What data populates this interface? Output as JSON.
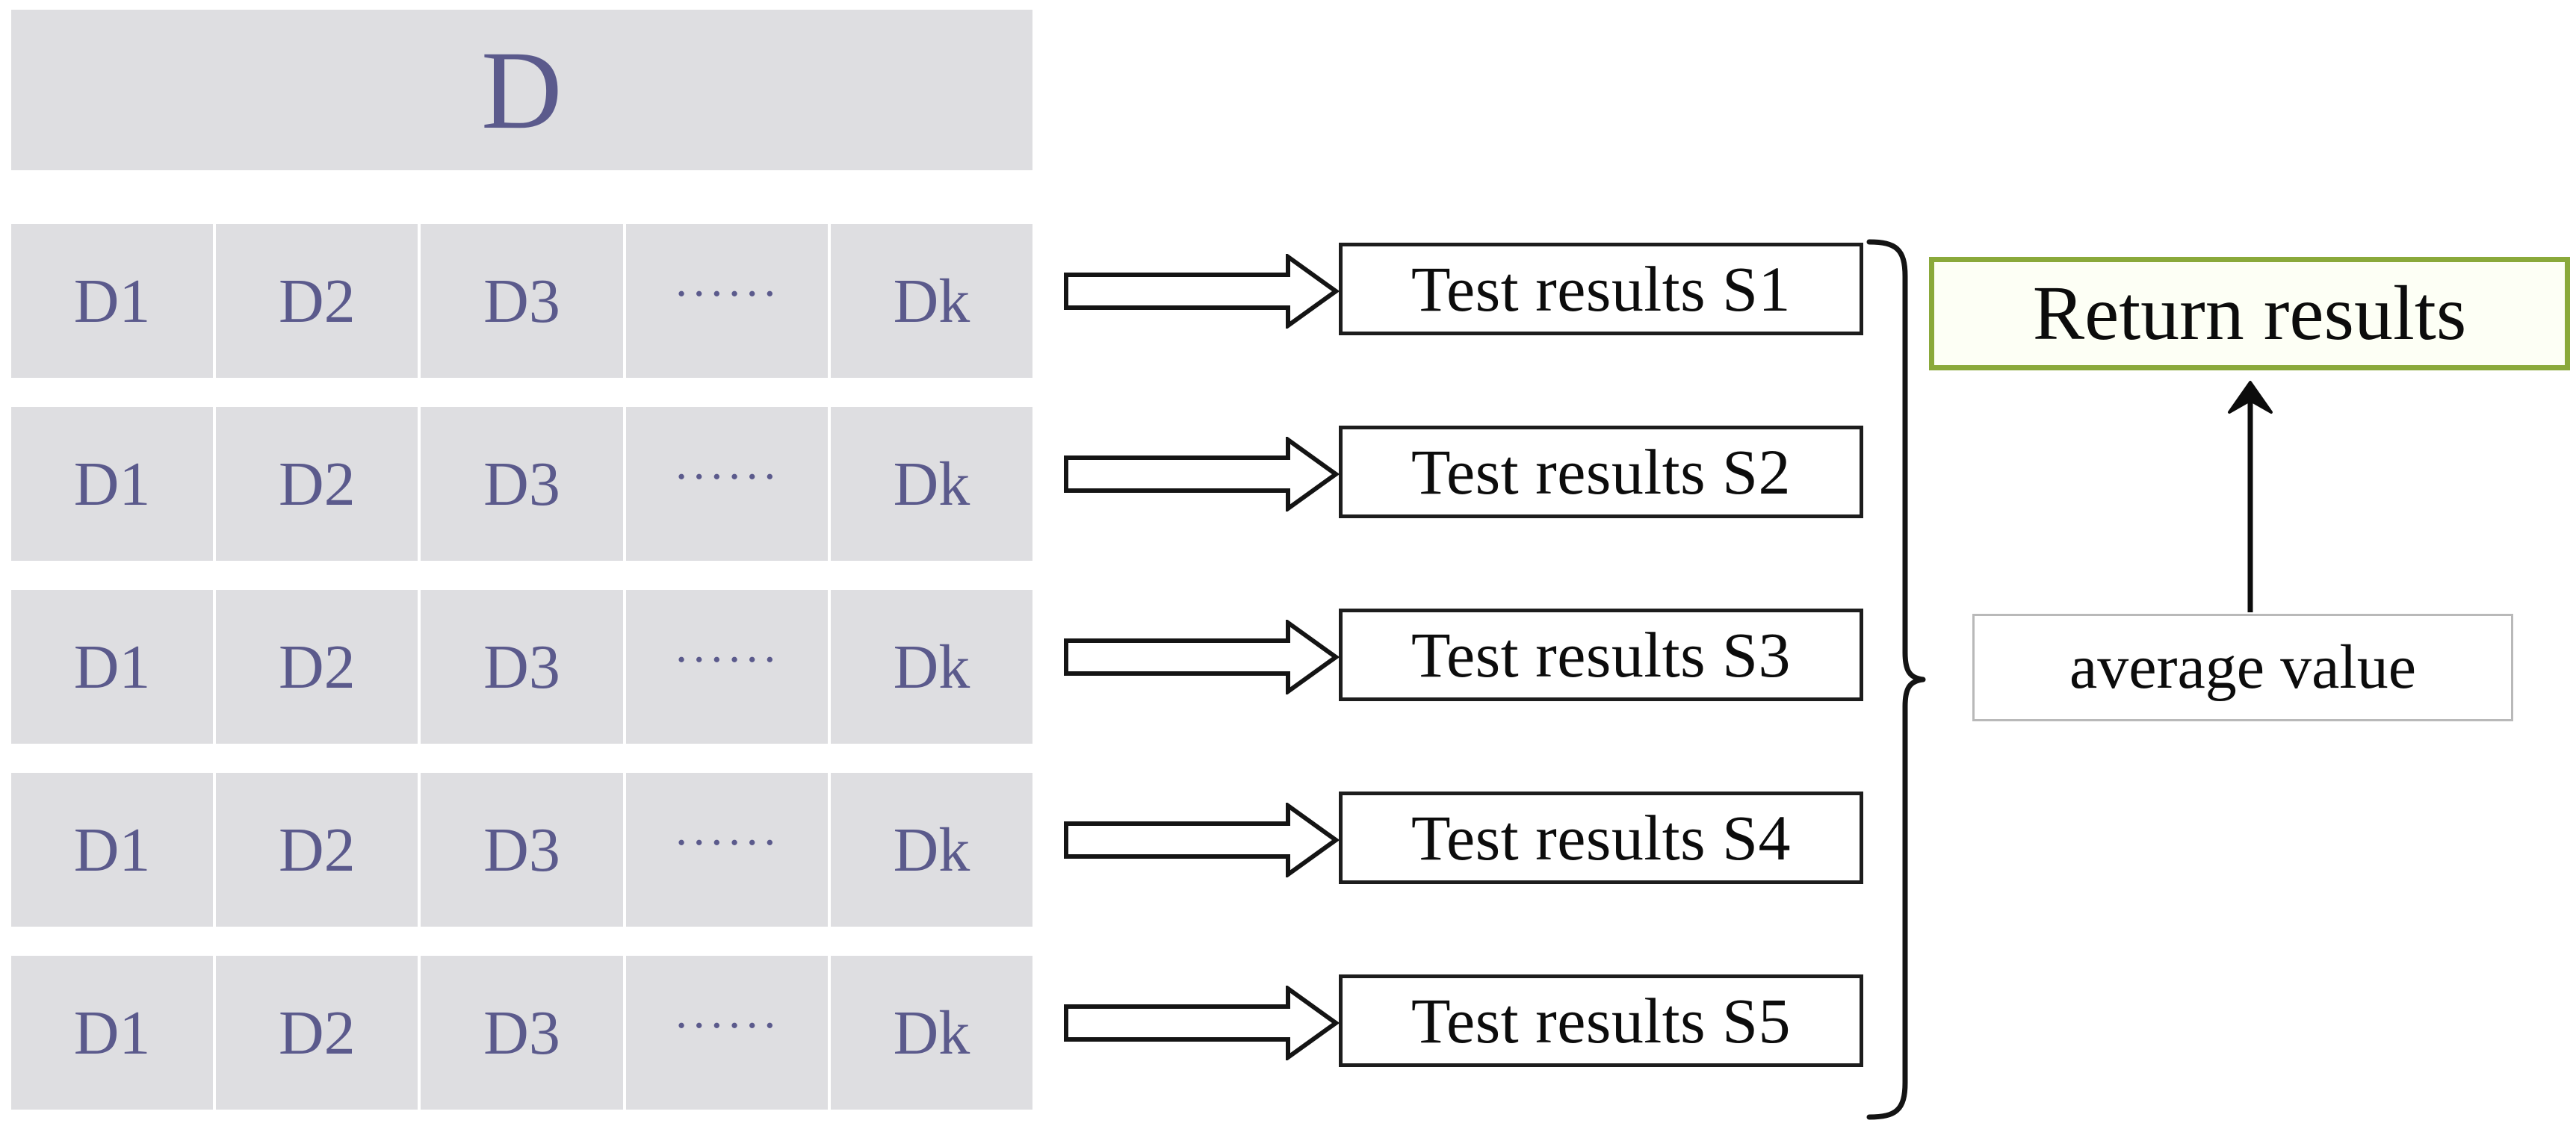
{
  "diagram": {
    "title_block": {
      "label": "D",
      "bg_color": "#dedee1",
      "text_color": "#5b5a8c"
    },
    "dataset_columns": [
      "D1",
      "D2",
      "D3",
      "······",
      "Dk"
    ],
    "rows": [
      {
        "cells": [
          "D1",
          "D2",
          "D3",
          "······",
          "Dk"
        ],
        "arrow": "block-arrow-right",
        "result_label": "Test results S1"
      },
      {
        "cells": [
          "D1",
          "D2",
          "D3",
          "······",
          "Dk"
        ],
        "arrow": "block-arrow-right",
        "result_label": "Test results S2"
      },
      {
        "cells": [
          "D1",
          "D2",
          "D3",
          "······",
          "Dk"
        ],
        "arrow": "block-arrow-right",
        "result_label": "Test results S3"
      },
      {
        "cells": [
          "D1",
          "D2",
          "D3",
          "······",
          "Dk"
        ],
        "arrow": "block-arrow-right",
        "result_label": "Test results S4"
      },
      {
        "cells": [
          "D1",
          "D2",
          "D3",
          "······",
          "Dk"
        ],
        "arrow": "block-arrow-right",
        "result_label": "Test results S5"
      }
    ],
    "brace": {
      "icon": "right-curly-brace",
      "orientation": "right"
    },
    "return_box": {
      "label": "Return results",
      "border_color": "#8aa93a",
      "fill_color": "#fdfff5"
    },
    "average_box": {
      "label": "average value",
      "border_color": "#b9b9b9",
      "fill_color": "#ffffff"
    },
    "up_arrow": {
      "icon": "arrow-up",
      "color": "#0c0c0c"
    }
  }
}
